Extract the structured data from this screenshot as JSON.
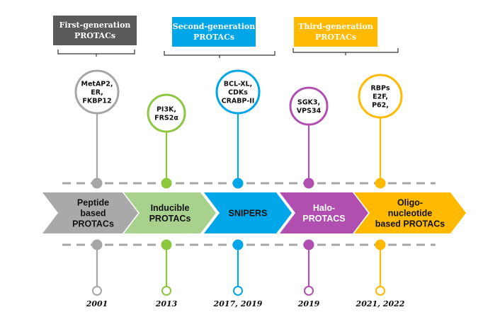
{
  "generations": [
    {
      "line1": "First-generation",
      "line2": "PROTACs",
      "color": "#5a5a5a"
    },
    {
      "line1": "Second-generation",
      "line2": "PROTACs",
      "color": "#00a6e8"
    },
    {
      "line1": "Third-generation",
      "line2": "PROTACs",
      "color": "#ffba00"
    }
  ],
  "stages": [
    {
      "targets": [
        "MetAP2,",
        "ER,",
        "FKBP12"
      ],
      "arrow": [
        "Peptide",
        "based",
        "PROTACs"
      ],
      "year": "2001",
      "color": "#a6a6a6",
      "arrow_fill": "#a9a9a9",
      "arrow_text_color": "#111111"
    },
    {
      "targets": [
        "PI3K,",
        "FRS2α"
      ],
      "arrow": [
        "Inducible",
        "PROTACs"
      ],
      "year": "2013",
      "color": "#8dc63f",
      "arrow_fill": "#a9d18e",
      "arrow_text_color": "#111111"
    },
    {
      "targets": [
        "BCL-XL,",
        "CDKs",
        "CRABP-II"
      ],
      "arrow": [
        "SNIPERS"
      ],
      "year": "2017, 2019",
      "color": "#00a6e8",
      "arrow_fill": "#00a6e8",
      "arrow_text_color": "#111111"
    },
    {
      "targets": [
        "SGK3,",
        "VPS34"
      ],
      "arrow": [
        "Halo-",
        "PROTACS"
      ],
      "year": "2019",
      "color": "#b14fb1",
      "arrow_fill": "#b14fb1",
      "arrow_text_color": "#ffffff"
    },
    {
      "targets": [
        "RBPs",
        "E2F,",
        "P62,"
      ],
      "arrow": [
        "Oligo-",
        "nucleotide",
        "based PROTACs"
      ],
      "year": "2021, 2022",
      "color": "#ffba00",
      "arrow_fill": "#ffba00",
      "arrow_text_color": "#111111"
    }
  ],
  "dash_color": "#a6a6a6"
}
